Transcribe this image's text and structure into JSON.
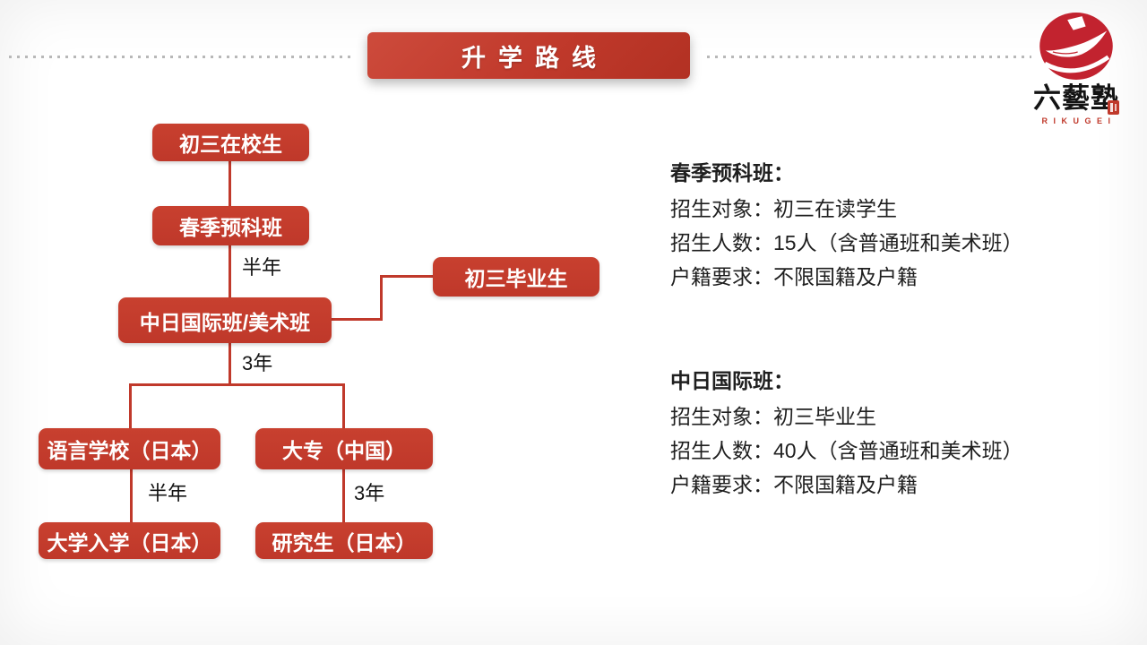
{
  "slide": {
    "title": "升学路线"
  },
  "colors": {
    "accent_red": "#c0392b",
    "logo_red": "#c2232f",
    "dot_gray": "#b8b8b8",
    "text_black": "#1f1f1f"
  },
  "logo": {
    "name": "六藝塾",
    "romaji": "RIKUGEI"
  },
  "flowchart": {
    "nodes": [
      {
        "id": "junior3-current",
        "label": "初三在校生"
      },
      {
        "id": "spring-prep",
        "label": "春季预科班"
      },
      {
        "id": "intl-class",
        "label": "中日国际班/美术班"
      },
      {
        "id": "junior3-graduate",
        "label": "初三毕业生"
      },
      {
        "id": "language-school",
        "label": "语言学校（日本）"
      },
      {
        "id": "college-china",
        "label": "大专（中国）"
      },
      {
        "id": "university-japan",
        "label": "大学入学（日本）"
      },
      {
        "id": "graduate-japan",
        "label": "研究生（日本）"
      }
    ],
    "edge_labels": [
      {
        "id": "prep-to-intl",
        "label": "半年"
      },
      {
        "id": "intl-to-branch",
        "label": "3年"
      },
      {
        "id": "language-to-univ",
        "label": "半年"
      },
      {
        "id": "college-to-grad",
        "label": "3年"
      }
    ]
  },
  "info_blocks": [
    {
      "heading": "春季预科班：",
      "lines": [
        "招生对象：初三在读学生",
        "招生人数：15人（含普通班和美术班）",
        "户籍要求：不限国籍及户籍"
      ]
    },
    {
      "heading": "中日国际班：",
      "lines": [
        "招生对象：初三毕业生",
        "招生人数：40人（含普通班和美术班）",
        "户籍要求：不限国籍及户籍"
      ]
    }
  ]
}
